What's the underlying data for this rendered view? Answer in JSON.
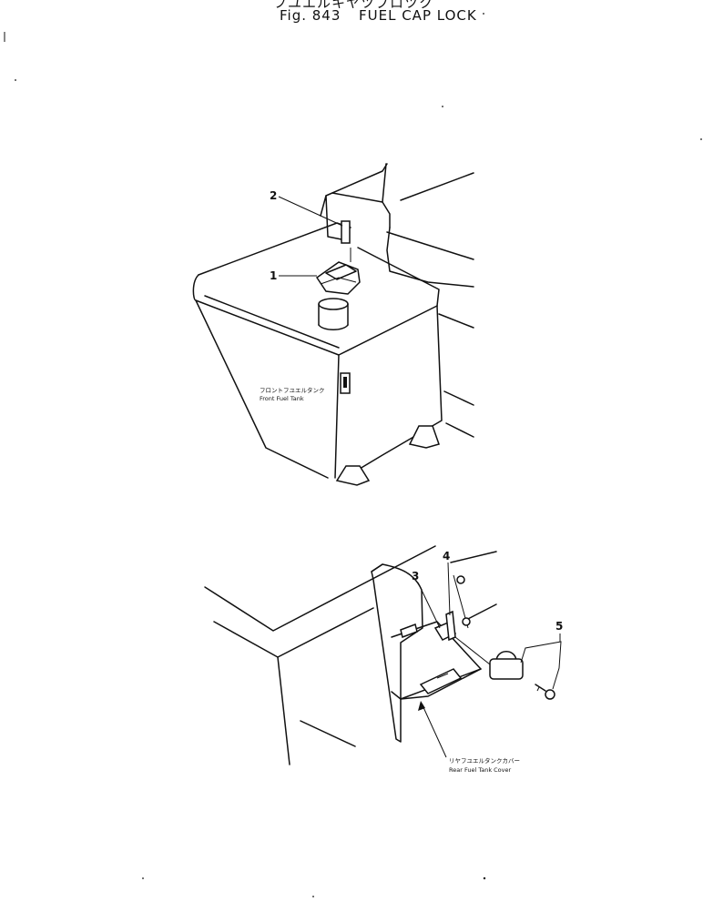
{
  "figure": {
    "top_text": "フユエルキヤツプロツク",
    "number": "Fig. 843",
    "title": "FUEL CAP LOCK"
  },
  "callouts": [
    {
      "id": "2"
    },
    {
      "id": "1"
    },
    {
      "id": "3"
    },
    {
      "id": "4"
    },
    {
      "id": "5"
    }
  ],
  "labels": {
    "front_tank_jp": "フロントフユエルタンク",
    "front_tank_en": "Front Fuel Tank",
    "rear_cover_jp": "リヤフユエルタンクカバー",
    "rear_cover_en": "Rear Fuel Tank Cover"
  }
}
